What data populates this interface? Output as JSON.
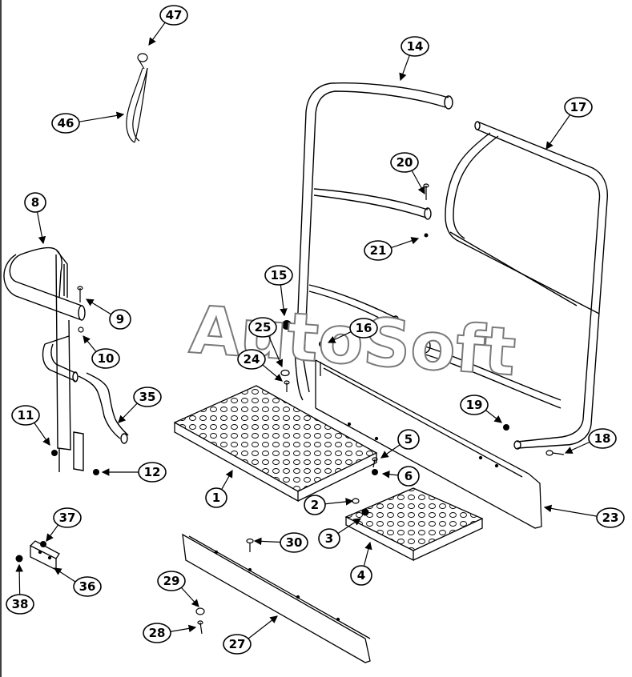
{
  "watermark": "AutoSoft",
  "callouts": [
    {
      "id": "47",
      "part": "47"
    },
    {
      "id": "46",
      "part": "46"
    },
    {
      "id": "14",
      "part": "14"
    },
    {
      "id": "17",
      "part": "17"
    },
    {
      "id": "20",
      "part": "20"
    },
    {
      "id": "21",
      "part": "21"
    },
    {
      "id": "8",
      "part": "8"
    },
    {
      "id": "9",
      "part": "9"
    },
    {
      "id": "10",
      "part": "10"
    },
    {
      "id": "15",
      "part": "15"
    },
    {
      "id": "25",
      "part": "25"
    },
    {
      "id": "16",
      "part": "16"
    },
    {
      "id": "24",
      "part": "24"
    },
    {
      "id": "35",
      "part": "35"
    },
    {
      "id": "11",
      "part": "11"
    },
    {
      "id": "12",
      "part": "12"
    },
    {
      "id": "19",
      "part": "19"
    },
    {
      "id": "5",
      "part": "5"
    },
    {
      "id": "18",
      "part": "18"
    },
    {
      "id": "6",
      "part": "6"
    },
    {
      "id": "1",
      "part": "1"
    },
    {
      "id": "2",
      "part": "2"
    },
    {
      "id": "23",
      "part": "23"
    },
    {
      "id": "3",
      "part": "3"
    },
    {
      "id": "37",
      "part": "37"
    },
    {
      "id": "30",
      "part": "30"
    },
    {
      "id": "4",
      "part": "4"
    },
    {
      "id": "36",
      "part": "36"
    },
    {
      "id": "29",
      "part": "29"
    },
    {
      "id": "38",
      "part": "38"
    },
    {
      "id": "28",
      "part": "28"
    },
    {
      "id": "27",
      "part": "27"
    }
  ]
}
